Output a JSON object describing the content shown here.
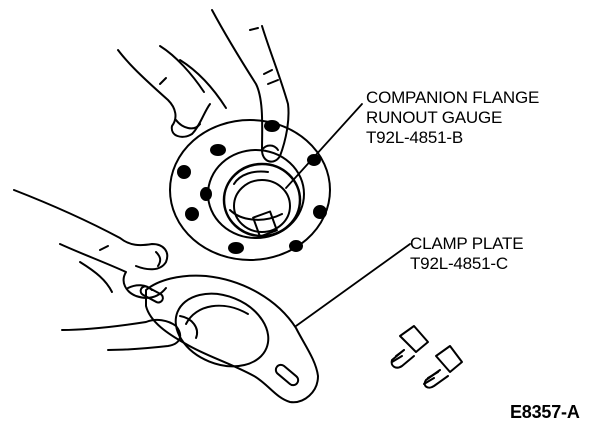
{
  "labels": {
    "gauge_line1": "COMPANION FLANGE",
    "gauge_line2": "RUNOUT GAUGE",
    "gauge_part": "T92L-4851-B",
    "clamp_line1": "CLAMP PLATE",
    "clamp_part": "T92L-4851-C"
  },
  "figure_ref": "E8357-A",
  "colors": {
    "ink": "#000000",
    "paper": "#ffffff"
  }
}
